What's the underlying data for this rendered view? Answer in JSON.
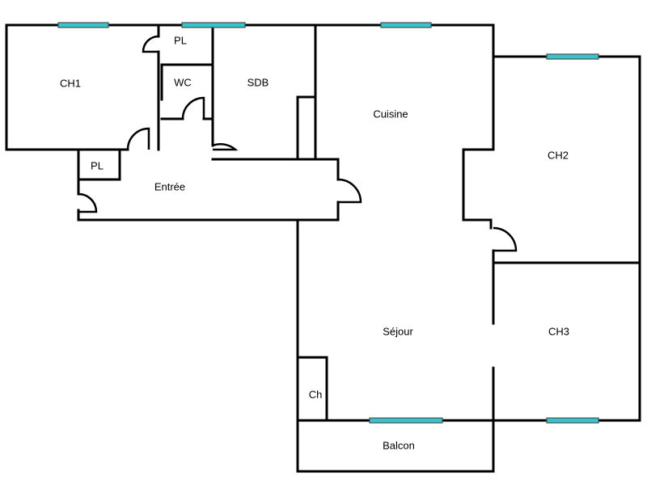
{
  "rooms": {
    "ch1": "CH1",
    "pl_top": "PL",
    "wc": "WC",
    "sdb": "SDB",
    "cuisine": "Cuisine",
    "ch2": "CH2",
    "pl_left": "PL",
    "entree": "Entrée",
    "sejour": "Séjour",
    "ch3": "CH3",
    "ch": "Ch",
    "balcon": "Balcon"
  },
  "colors": {
    "wall": "#000000",
    "window": "#34c6cc"
  }
}
